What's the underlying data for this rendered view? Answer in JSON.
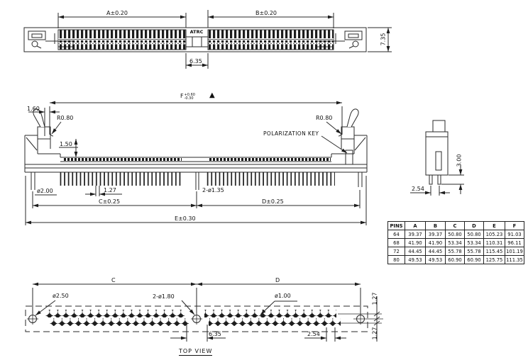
{
  "top_view": {
    "dim_a": "A±0.20",
    "dim_b": "B±0.20",
    "center_label": "ATRC",
    "dim_center_gap": "6.35",
    "dim_height": "7.35"
  },
  "front_view": {
    "dim_f_letter": "F",
    "dim_f_upper": "+0.60",
    "dim_f_lower": "-0.30",
    "datum_symbol": "▲",
    "dim_latch_offset": "1.60",
    "radius_left": "R0.80",
    "dim_depth": "1.50",
    "radius_right": "R0.80",
    "polarization_key_label": "POLARIZATION KEY",
    "dim_peg_hole": "ø2.00",
    "dim_pitch": "1.27",
    "dim_c": "C±0.25",
    "dim_center_holes": "2-ø1.35",
    "dim_d": "D±0.25",
    "dim_e": "E±0.30"
  },
  "side_view": {
    "dim_pin_length": "3.00",
    "dim_pin_pitch": "2.54"
  },
  "spec_table": {
    "columns": [
      "PINS",
      "A",
      "B",
      "C",
      "D",
      "E",
      "F"
    ],
    "rows": [
      [
        "64",
        "39.37",
        "39.37",
        "50.80",
        "50.80",
        "105.23",
        "91.03"
      ],
      [
        "68",
        "41.90",
        "41.90",
        "53.34",
        "53.34",
        "110.31",
        "96.11"
      ],
      [
        "72",
        "44.45",
        "44.45",
        "55.78",
        "55.78",
        "115.45",
        "101.19"
      ],
      [
        "80",
        "49.53",
        "49.53",
        "60.90",
        "60.90",
        "125.75",
        "111.35"
      ]
    ]
  },
  "bottom_view": {
    "dim_c": "C",
    "dim_d": "D",
    "hole_left": "ø2.50",
    "holes_center": "2-ø1.80",
    "pin_hole": "ø1.00",
    "dim_gap": "6.35",
    "dim_pitch": "2.54",
    "dim_row_offset_top": "1.27",
    "dim_row_offset_bottom": "1.27",
    "view_label": "TOP VIEW"
  }
}
